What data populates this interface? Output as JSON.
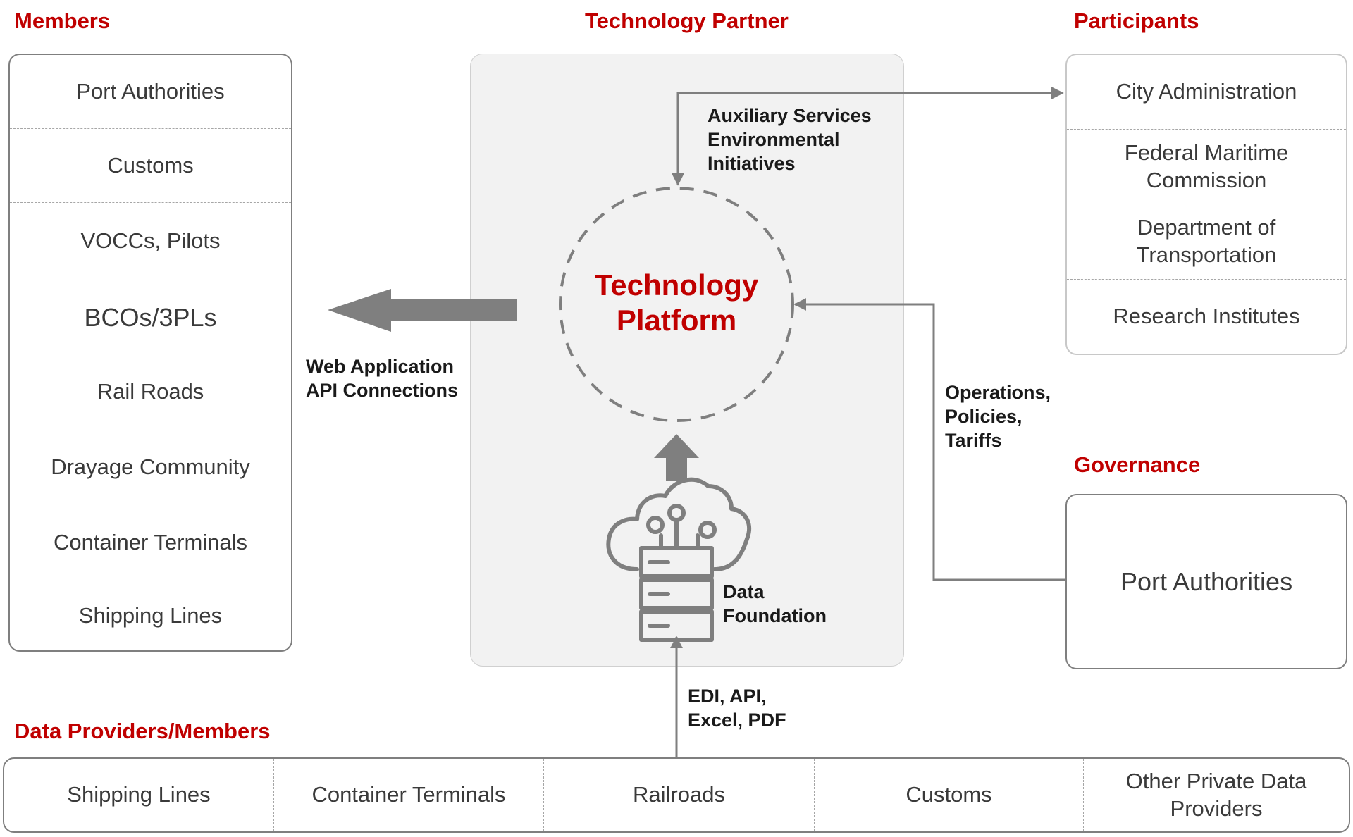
{
  "headings": {
    "members": "Members",
    "technology_partner": "Technology Partner",
    "participants": "Participants",
    "governance": "Governance",
    "data_providers": "Data Providers/Members"
  },
  "members": [
    "Port Authorities",
    "Customs",
    "VOCCs, Pilots",
    "BCOs/3PLs",
    "Rail Roads",
    "Drayage Community",
    "Container Terminals",
    "Shipping Lines"
  ],
  "participants": [
    "City Administration",
    "Federal Maritime Commission",
    "Department of Transportation",
    "Research Institutes"
  ],
  "governance": {
    "box_label": "Port Authorities"
  },
  "data_providers": [
    "Shipping Lines",
    "Container Terminals",
    "Railroads",
    "Customs",
    "Other Private Data Providers"
  ],
  "platform": {
    "line1": "Technology",
    "line2": "Platform"
  },
  "labels": {
    "auxiliary": [
      "Auxiliary Services",
      "Environmental",
      "Initiatives"
    ],
    "web_app": [
      "Web Application",
      "API Connections"
    ],
    "operations": [
      "Operations,",
      "Policies,",
      "Tariffs"
    ],
    "data_foundation": [
      "Data",
      "Foundation"
    ],
    "edi": [
      "EDI, API,",
      "Excel, PDF"
    ]
  },
  "colors": {
    "accent": "#c00000",
    "arrow_gray": "#7f7f7f",
    "panel": "#f2f2f2",
    "border": "#7f7f7f"
  },
  "icons": {
    "data_foundation": "cloud-server-icon"
  }
}
